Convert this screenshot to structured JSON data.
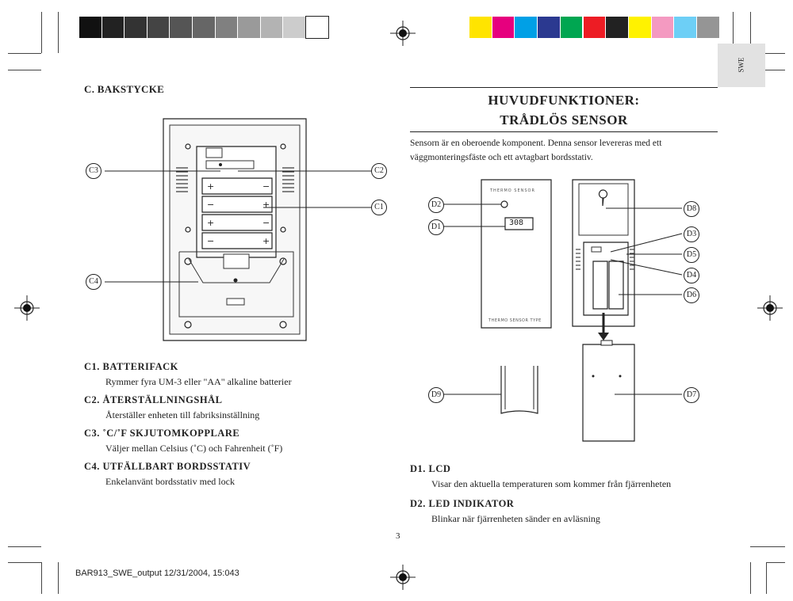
{
  "side_tab": "SWE",
  "page_number": "3",
  "footer_text": "BAR913_SWE_output 12/31/2004, 15:043",
  "left": {
    "section_title": "C. BAKSTYCKE",
    "items": [
      {
        "head": "C1. BATTERIFACK",
        "desc": "Rymmer fyra UM-3 eller \"AA\" alkaline batterier"
      },
      {
        "head": "C2. ÅTERSTÄLLNINGSHÅL",
        "desc": "Återställer enheten till fabriksinställning"
      },
      {
        "head": "C3. ˚C/˚F SKJUTOMKOPPLARE",
        "desc": "Väljer mellan Celsius (˚C) och Fahrenheit (˚F)"
      },
      {
        "head": "C4. UTFÄLLBART BORDSSTATIV",
        "desc": "Enkelanvänt bordsstativ med lock"
      }
    ],
    "callouts": [
      "C3",
      "C2",
      "C1",
      "C4"
    ]
  },
  "right": {
    "title1": "HUVUDFUNKTIONER:",
    "title2": "TRÅDLÖS SENSOR",
    "intro": "Sensorn är en oberoende komponent. Denna sensor levereras med ett väggmonteringsfäste och ett avtagbart bordsstativ.",
    "sensor_top_text": "THERMO SENSOR",
    "sensor_bottom_text": "THERMO SENSOR TYPE",
    "lcd_value": "308",
    "callouts": [
      "D2",
      "D1",
      "D8",
      "D3",
      "D5",
      "D4",
      "D6",
      "D9",
      "D7"
    ],
    "items": [
      {
        "head": "D1. LCD",
        "desc": "Visar den aktuella temperaturen som kommer från fjärrenheten"
      },
      {
        "head": "D2. LED INDIKATOR",
        "desc": "Blinkar när fjärrenheten sänder en avläsning"
      }
    ]
  },
  "colors": {
    "gray_swatches": [
      "#111111",
      "#222222",
      "#333333",
      "#444444",
      "#555555",
      "#666666",
      "#808080",
      "#9a9a9a",
      "#b3b3b3",
      "#cccccc",
      "#ffffff"
    ],
    "color_swatches": [
      "#ffe400",
      "#e6007e",
      "#00a0e6",
      "#2b3990",
      "#00a651",
      "#ed1c24",
      "#222222",
      "#fff200",
      "#f49ac1",
      "#6dcff6",
      "#959595"
    ]
  }
}
